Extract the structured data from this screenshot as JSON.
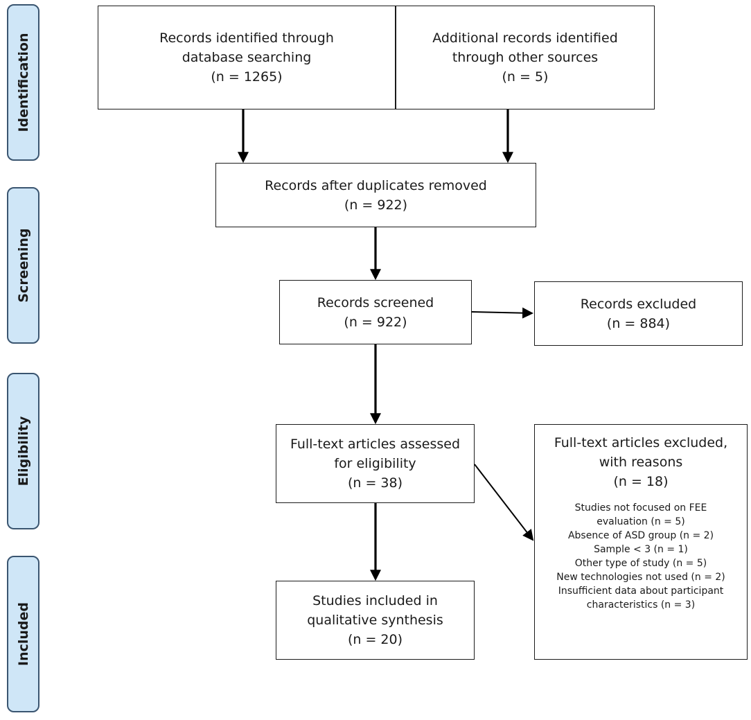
{
  "stages": {
    "identification": "Identification",
    "screening": "Screening",
    "eligibility": "Eligibility",
    "included": "Included"
  },
  "boxes": {
    "database_records": {
      "lines": [
        "Records identified through",
        "database searching",
        "(n = 1265)"
      ]
    },
    "other_sources": {
      "lines": [
        "Additional records identified",
        "through other sources",
        "(n = 5)"
      ]
    },
    "after_duplicates": {
      "lines": [
        "Records after duplicates removed",
        "(n = 922)"
      ]
    },
    "screened": {
      "lines": [
        "Records screened",
        "(n = 922)"
      ]
    },
    "excluded": {
      "lines": [
        "Records excluded",
        "(n = 884)"
      ]
    },
    "full_text_assessed": {
      "lines": [
        "Full-text articles assessed",
        "for eligibility",
        "(n = 38)"
      ]
    },
    "full_text_excluded": {
      "lines": [
        "Full-text articles excluded,",
        "with reasons",
        "(n = 18)"
      ],
      "reasons": [
        "Studies not focused on FEE",
        "evaluation (n = 5)",
        "Absence of ASD group (n = 2)",
        "Sample < 3 (n = 1)",
        "Other type of study (n = 5)",
        "New technologies not used (n = 2)",
        "Insufficient data about participant",
        "characteristics (n = 3)"
      ]
    },
    "included": {
      "lines": [
        "Studies included in",
        "qualitative synthesis",
        "(n = 20)"
      ]
    }
  },
  "colors": {
    "stage_fill": "#cfe6f7",
    "stage_border": "#3a5570",
    "box_border": "#1a1a1a",
    "arrow": "#000000"
  }
}
